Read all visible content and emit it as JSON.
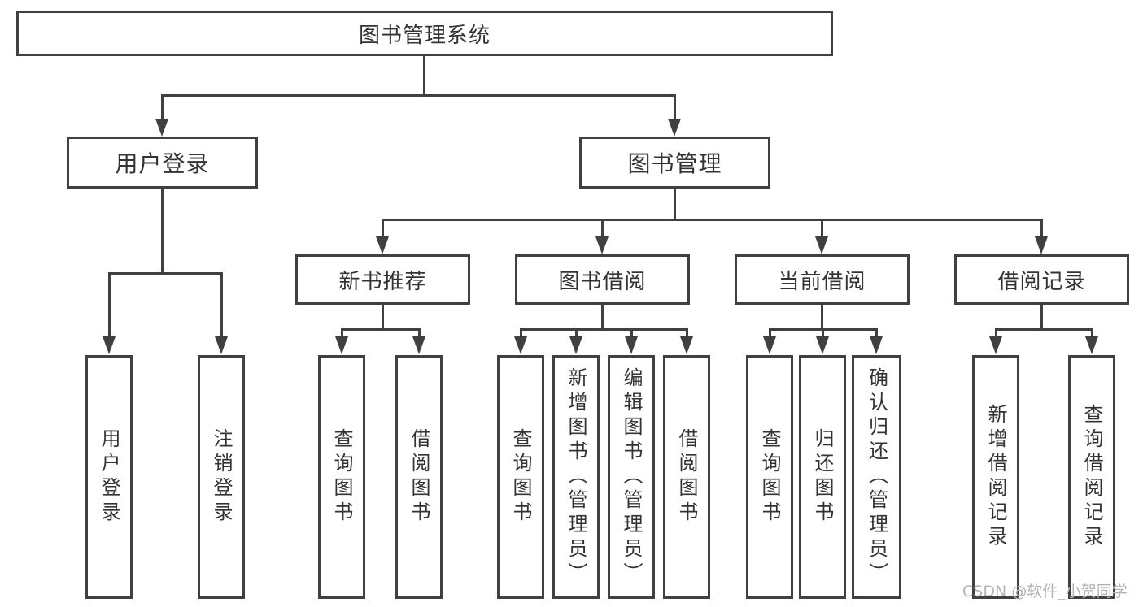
{
  "diagram": {
    "root": {
      "label": "图书管理系统"
    },
    "branches": [
      {
        "label": "用户登录",
        "children": [
          {
            "label": "用户登录"
          },
          {
            "label": "注销登录"
          }
        ]
      },
      {
        "label": "图书管理",
        "children": [
          {
            "label": "新书推荐",
            "children": [
              {
                "label": "查询图书"
              },
              {
                "label": "借阅图书"
              }
            ]
          },
          {
            "label": "图书借阅",
            "children": [
              {
                "label": "查询图书"
              },
              {
                "label": "新增图书（管理员）"
              },
              {
                "label": "编辑图书（管理员）"
              },
              {
                "label": "借阅图书"
              }
            ]
          },
          {
            "label": "当前借阅",
            "children": [
              {
                "label": "查询图书"
              },
              {
                "label": "归还图书"
              },
              {
                "label": "确认归还（管理员）"
              }
            ]
          },
          {
            "label": "借阅记录",
            "children": [
              {
                "label": "新增借阅记录"
              },
              {
                "label": "查询借阅记录"
              }
            ]
          }
        ]
      }
    ]
  },
  "watermark": "CSDN @软件_小贺同学"
}
